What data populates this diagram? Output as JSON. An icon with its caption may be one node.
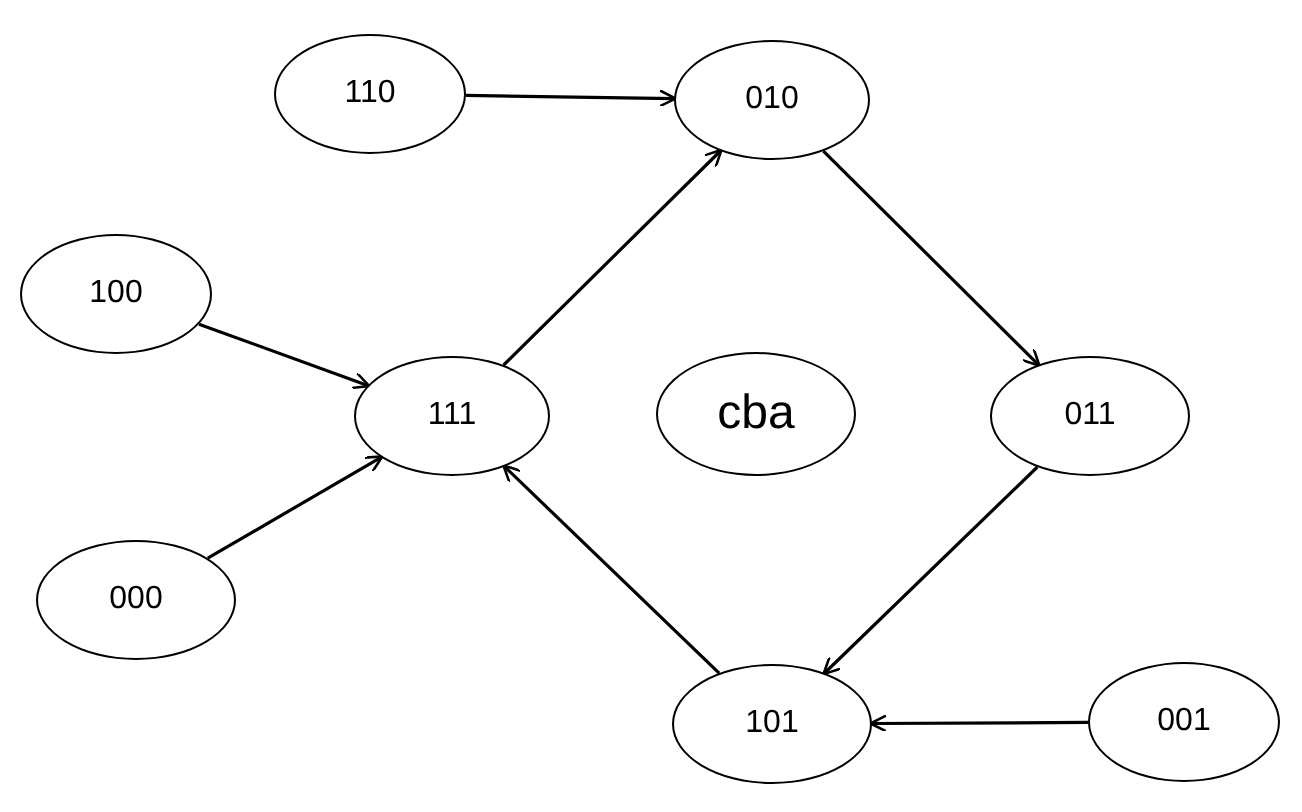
{
  "diagram": {
    "nodes": [
      {
        "text": [
          "110"
        ]
      },
      {
        "text": [
          "010"
        ]
      },
      {
        "text": [
          "100"
        ]
      },
      {
        "text": [
          "111"
        ]
      },
      {
        "text": [
          "cba"
        ]
      },
      {
        "text": [
          "011"
        ]
      },
      {
        "text": [
          "000"
        ]
      },
      {
        "text": [
          "101"
        ]
      },
      {
        "text": [
          "001"
        ]
      }
    ],
    "edges": [
      {
        "from": 0,
        "to": 1,
        "arrow": "to"
      },
      {
        "from": 2,
        "to": 3,
        "arrow": "to"
      },
      {
        "from": 6,
        "to": 3,
        "arrow": "to"
      },
      {
        "from": 3,
        "to": 1,
        "arrow": "to"
      },
      {
        "from": 1,
        "to": 5,
        "arrow": "to"
      },
      {
        "from": 5,
        "to": 7,
        "arrow": "to"
      },
      {
        "from": 8,
        "to": 7,
        "arrow": "to"
      },
      {
        "from": 7,
        "to": 3,
        "arrow": "to"
      }
    ]
  }
}
